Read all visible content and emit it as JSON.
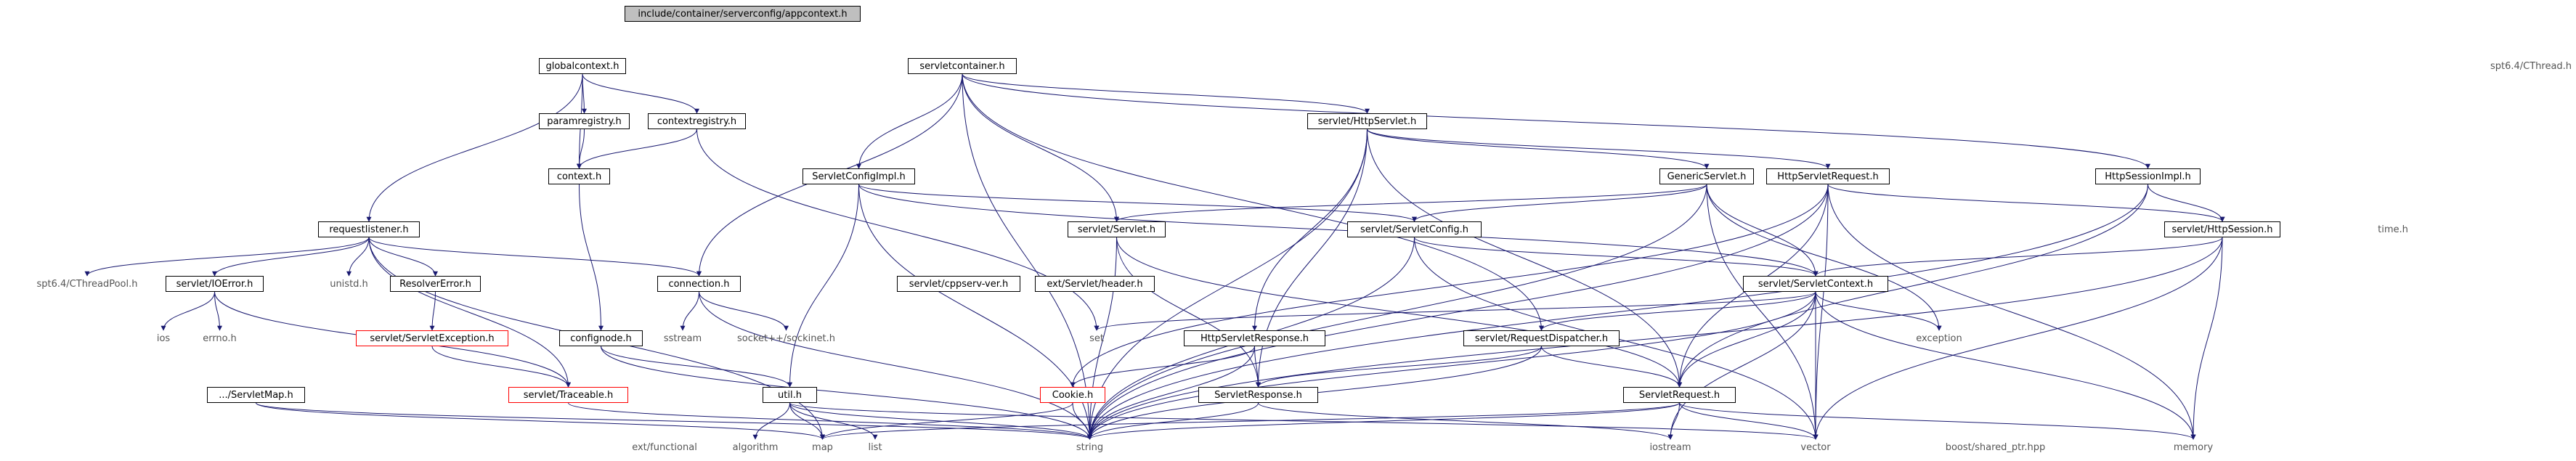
{
  "diagram": {
    "colors": {
      "edge": "#191970",
      "edge_dark": "#000040",
      "red_border": "#ff0000",
      "root_fill": "#bfbfbf"
    },
    "nodes": {
      "root": "include/container/serverconfig/appcontext.h",
      "globalcontext": "globalcontext.h",
      "servletcontainer": "servletcontainer.h",
      "cthread": "spt6.4/CThread.h",
      "paramregistry": "paramregistry.h",
      "contextregistry": "contextregistry.h",
      "context": "context.h",
      "httpservlet": "servlet/HttpServlet.h",
      "httpsessionimpl": "HttpSessionImpl.h",
      "servletconfigimpl": "ServletConfigImpl.h",
      "genericservlet": "GenericServlet.h",
      "httpservletrequest": "HttpServletRequest.h",
      "requestlistener": "requestlistener.h",
      "servlet": "servlet/Servlet.h",
      "servletconfig": "servlet/ServletConfig.h",
      "httpsession": "servlet/HttpSession.h",
      "timeh": "time.h",
      "cthreadpool": "spt6.4/CThreadPool.h",
      "ioerror": "servlet/IOError.h",
      "unistd": "unistd.h",
      "resolvererror": "ResolverError.h",
      "connection": "connection.h",
      "cppserv_ver": "servlet/cppserv-ver.h",
      "ext_header": "ext/Servlet/header.h",
      "servletcontext": "servlet/ServletContext.h",
      "ios": "ios",
      "errno": "errno.h",
      "servletexception": "servlet/ServletException.h",
      "sstream": "sstream",
      "sockinet": "socket++/sockinet.h",
      "set": "set",
      "exception": "exception",
      "confignode": "confignode.h",
      "httpservletresponse": "HttpServletResponse.h",
      "requestdispatcher": "servlet/RequestDispatcher.h",
      "servletmap": ".../ServletMap.h",
      "traceable": "servlet/Traceable.h",
      "util": "util.h",
      "cookie": "Cookie.h",
      "servletresponse": "ServletResponse.h",
      "servletrequest": "ServletRequest.h",
      "ext_functional": "ext/functional",
      "algorithm": "algorithm",
      "map": "map",
      "list": "list",
      "string": "string",
      "iostream": "iostream",
      "vector": "vector",
      "shared_ptr": "boost/shared_ptr.hpp",
      "memory": "memory"
    }
  }
}
